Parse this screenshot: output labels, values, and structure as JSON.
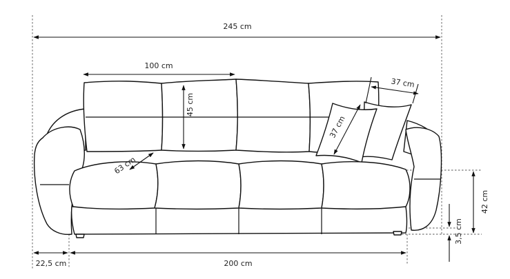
{
  "dimensions": {
    "total_width": "245 cm",
    "back_cushion_width": "100 cm",
    "back_cushion_height": "45 cm",
    "pillow_width": "37 cm",
    "pillow_height": "37 cm",
    "seat_depth": "63 cm",
    "seat_height": "42 cm",
    "leg_height": "3,5 cm",
    "armrest_width": "22,5 cm",
    "seat_width": "200 cm"
  }
}
